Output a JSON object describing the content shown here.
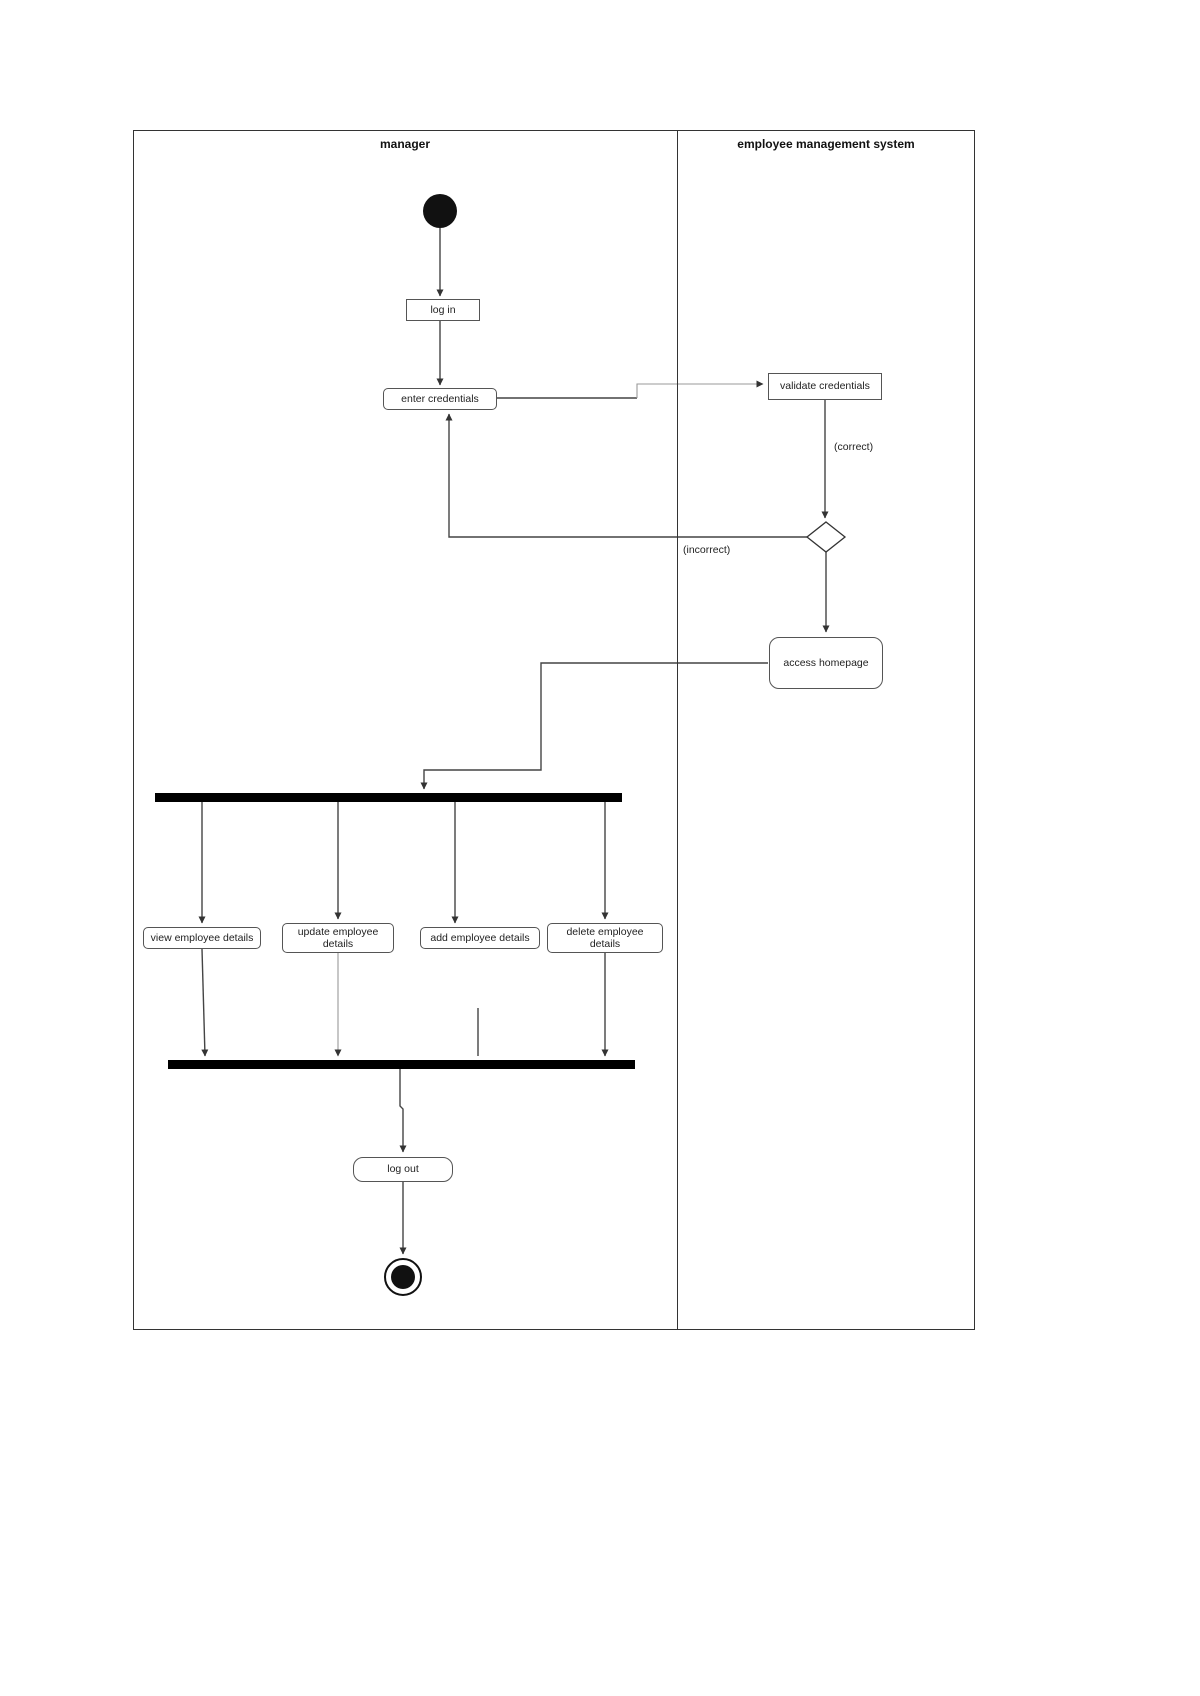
{
  "diagram": {
    "title_hint": "UML activity diagram with swimlanes",
    "lanes": {
      "manager": "manager",
      "system": "employee management system"
    },
    "nodes": {
      "login": "log in",
      "enter_credentials": "enter credentials",
      "validate_credentials": "validate credentials",
      "access_homepage": "access homepage",
      "view_employee": "view employee details",
      "update_employee": "update employee details",
      "add_employee": "add employee details",
      "delete_employee": "delete employee details",
      "logout": "log out"
    },
    "guards": {
      "correct": "(correct)",
      "incorrect": "(incorrect)"
    },
    "colors": {
      "line": "#444444",
      "light_line": "#999999",
      "node_border": "#555555",
      "bar": "#000000",
      "node_fill": "#ffffff"
    }
  }
}
